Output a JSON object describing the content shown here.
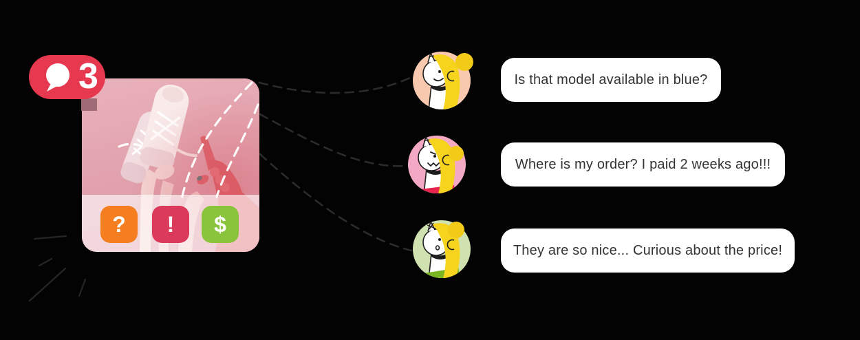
{
  "notification_badge": {
    "count": "3",
    "icon": "chat-bubble-icon",
    "bg_color": "#E6394F"
  },
  "post_card": {
    "subject": "white sneakers held up by hands on a pink background",
    "action_buttons": [
      {
        "name": "question",
        "glyph": "?",
        "bg_color": "#F57F20"
      },
      {
        "name": "exclamation",
        "glyph": "!",
        "bg_color": "#DB3A5B"
      },
      {
        "name": "dollar",
        "glyph": "$",
        "bg_color": "#8AC43C"
      }
    ]
  },
  "messages": [
    {
      "text": "Is that model available in blue?",
      "avatar": {
        "bg_color": "#F8C9AF",
        "shirt_color": "#FFFFFF",
        "mood": "curious"
      }
    },
    {
      "text": "Where is my order? I paid 2 weeks ago!!!",
      "avatar": {
        "bg_color": "#F3A8C3",
        "shirt_color": "#E8254E",
        "mood": "angry"
      }
    },
    {
      "text": "They are so nice... Curious about the price!",
      "avatar": {
        "bg_color": "#D0E2B0",
        "shirt_color": "#79B421",
        "mood": "interested"
      }
    }
  ],
  "accents": {
    "hair_yellow": "#F6D31D",
    "dot_yellow": "#F2CB18",
    "bubble_text_color": "#333333",
    "connector_color": "#2B2B2B",
    "photo_dash_color": "#FFFFFF"
  }
}
